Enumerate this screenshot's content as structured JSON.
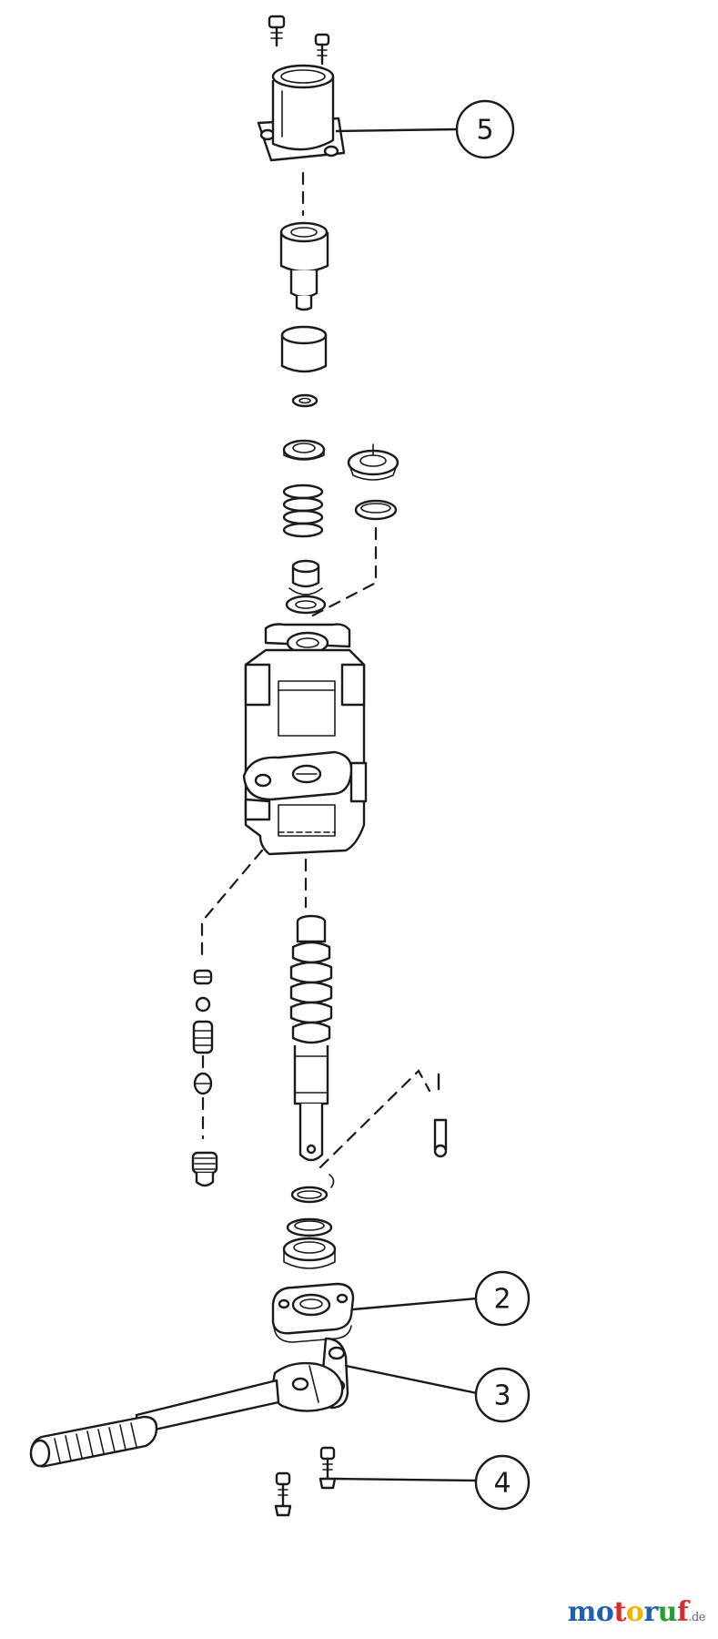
{
  "callouts": [
    {
      "id": "5",
      "label": "5"
    },
    {
      "id": "2",
      "label": "2"
    },
    {
      "id": "3",
      "label": "3"
    },
    {
      "id": "4",
      "label": "4"
    }
  ],
  "watermark": {
    "text": "motoruf",
    "suffix": ".de",
    "letters": [
      {
        "ch": "m",
        "color": "#1f5fb4"
      },
      {
        "ch": "o",
        "color": "#1f5fb4"
      },
      {
        "ch": "t",
        "color": "#d62b2b"
      },
      {
        "ch": "o",
        "color": "#f0b400"
      },
      {
        "ch": "r",
        "color": "#1f5fb4"
      },
      {
        "ch": "u",
        "color": "#2e9a3a"
      },
      {
        "ch": "f",
        "color": "#d62b2b"
      }
    ]
  }
}
